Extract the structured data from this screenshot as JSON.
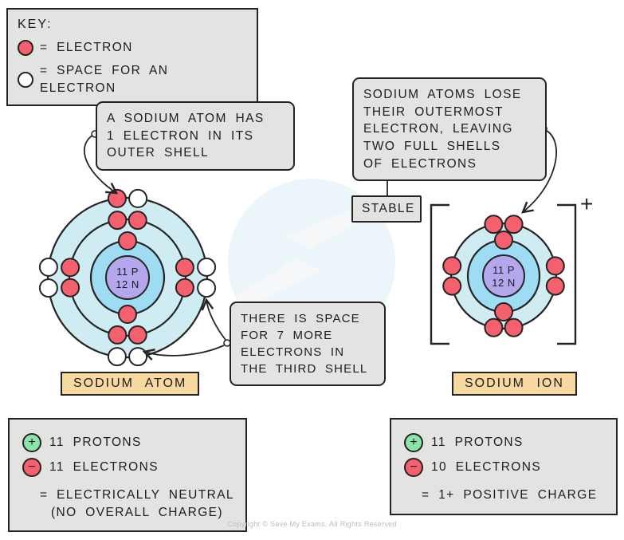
{
  "page": {
    "copyright": "Copyright © Save My Exams. All Rights Reserved"
  },
  "key": {
    "title": "KEY:",
    "items": [
      {
        "symbol": "electron",
        "label": "= ELECTRON"
      },
      {
        "symbol": "space-for-electron",
        "label": "= SPACE FOR AN ELECTRON"
      }
    ]
  },
  "callouts": {
    "atom_note": "A SODIUM ATOM HAS\n1 ELECTRON IN ITS\nOUTER SHELL",
    "ion_note": "SODIUM ATOMS LOSE\nTHEIR OUTERMOST\nELECTRON, LEAVING\nTWO FULL SHELLS\nOF ELECTRONS",
    "stable": "STABLE",
    "space_note": "THERE IS SPACE\nFOR 7 MORE\nELECTRONS IN\nTHE THIRD SHELL"
  },
  "atom": {
    "label": "SODIUM ATOM",
    "nucleus": {
      "line1": "11 P",
      "line2": "12 N",
      "radius": 27
    },
    "shells": [
      {
        "radius": 46,
        "fill": "#9edcf3",
        "electrons": [
          {
            "angle": 0,
            "type": "electron"
          },
          {
            "angle": 180,
            "type": "electron"
          }
        ]
      },
      {
        "radius": 73,
        "fill": "none",
        "electrons": [
          {
            "angle": -10,
            "type": "electron"
          },
          {
            "angle": 10,
            "type": "electron"
          },
          {
            "angle": 80,
            "type": "electron"
          },
          {
            "angle": 100,
            "type": "electron"
          },
          {
            "angle": 170,
            "type": "electron"
          },
          {
            "angle": 190,
            "type": "electron"
          },
          {
            "angle": 260,
            "type": "electron"
          },
          {
            "angle": 280,
            "type": "electron"
          }
        ]
      },
      {
        "radius": 100,
        "fill": "#cfecf3",
        "electrons": [
          {
            "angle": -7.5,
            "type": "electron"
          },
          {
            "angle": 7.5,
            "type": "space"
          },
          {
            "angle": 82.5,
            "type": "space"
          },
          {
            "angle": 97.5,
            "type": "space"
          },
          {
            "angle": 172.5,
            "type": "space"
          },
          {
            "angle": 187.5,
            "type": "space"
          },
          {
            "angle": 262.5,
            "type": "space"
          },
          {
            "angle": 277.5,
            "type": "space"
          }
        ]
      }
    ]
  },
  "ion": {
    "label": "SODIUM ION",
    "charge": "+",
    "nucleus": {
      "line1": "11 P",
      "line2": "12 N",
      "radius": 26
    },
    "shells": [
      {
        "radius": 45,
        "fill": "#9edcf3",
        "electrons": [
          {
            "angle": 0,
            "type": "electron"
          },
          {
            "angle": 180,
            "type": "electron"
          }
        ]
      },
      {
        "radius": 66,
        "fill": "#cfecf3",
        "electrons": [
          {
            "angle": -11,
            "type": "electron"
          },
          {
            "angle": 11,
            "type": "electron"
          },
          {
            "angle": 79,
            "type": "electron"
          },
          {
            "angle": 101,
            "type": "electron"
          },
          {
            "angle": 169,
            "type": "electron"
          },
          {
            "angle": 191,
            "type": "electron"
          },
          {
            "angle": 259,
            "type": "electron"
          },
          {
            "angle": 281,
            "type": "electron"
          }
        ]
      }
    ]
  },
  "atom_summary": {
    "protons": "11 PROTONS",
    "electrons": "11 ELECTRONS",
    "result": "= ELECTRICALLY NEUTRAL\n(NO OVERALL CHARGE)"
  },
  "ion_summary": {
    "protons": "11 PROTONS",
    "electrons": "10 ELECTRONS",
    "result": "= 1+ POSITIVE CHARGE"
  },
  "icons": {
    "plus": "+",
    "minus": "−"
  },
  "colors": {
    "outline": "#242424",
    "shell_band": "#cfecf3",
    "shell_inner": "#9edcf3",
    "nucleus": "#b4a7ee",
    "electron": "#f4606e",
    "electron_space": "#ffffff",
    "proton_green": "#8de4a9",
    "label_tan": "#f8d9a2",
    "box_gray": "#e3e3e2"
  }
}
